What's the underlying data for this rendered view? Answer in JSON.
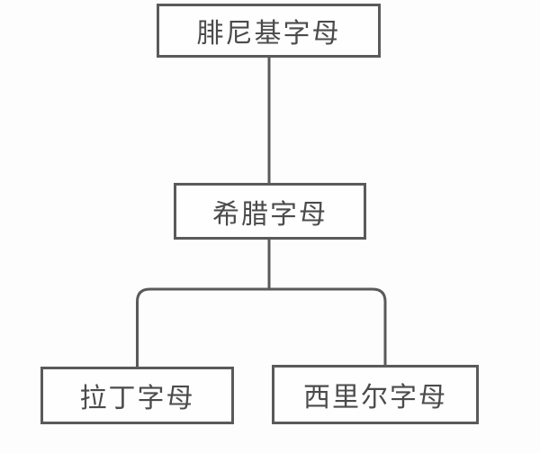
{
  "diagram": {
    "type": "tree",
    "description": "Evolution of alphabets family tree",
    "nodes": [
      {
        "id": "phoenician",
        "label": "腓尼基字母"
      },
      {
        "id": "greek",
        "label": "希腊字母"
      },
      {
        "id": "latin",
        "label": "拉丁字母"
      },
      {
        "id": "cyrillic",
        "label": "西里尔字母"
      }
    ],
    "edges": [
      {
        "from": "phoenician",
        "to": "greek"
      },
      {
        "from": "greek",
        "to": "latin"
      },
      {
        "from": "greek",
        "to": "cyrillic"
      }
    ],
    "colors": {
      "line": "#5a5a5a",
      "text": "#4b4b4b",
      "background": "#fdfdfd",
      "box_background": "#fefefe"
    }
  }
}
